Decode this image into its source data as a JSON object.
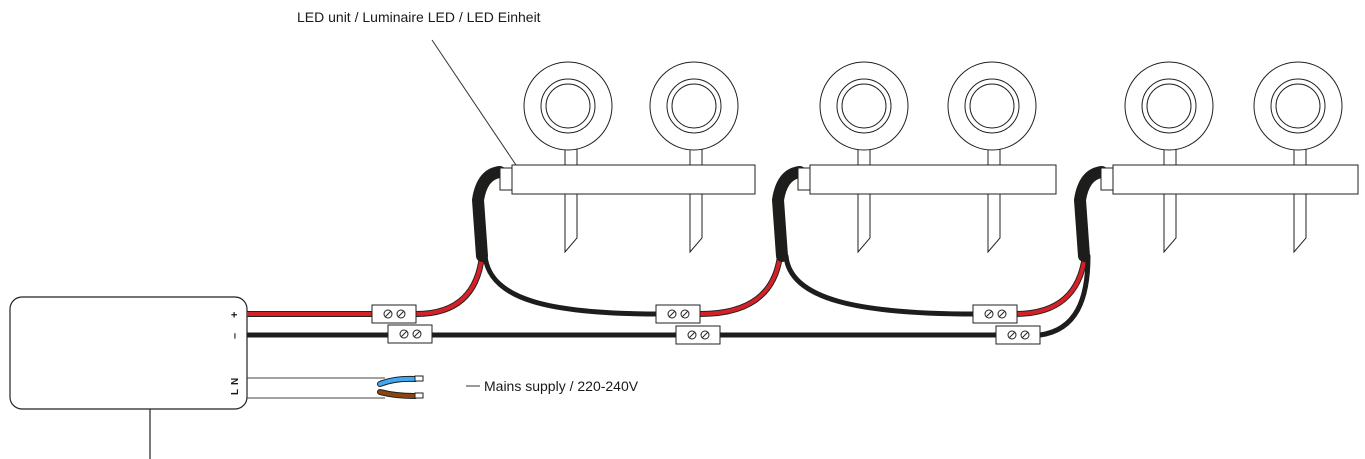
{
  "labels": {
    "led_unit": "LED unit / Luminaire LED / LED Einheit",
    "mains": "Mains supply / 220-240V",
    "plus": "+",
    "minus": "–",
    "l": "L",
    "n": "N"
  },
  "colors": {
    "red_wire": "#d42026",
    "black_wire": "#1d1d1b",
    "blue_wire": "#3fa9f5",
    "brown_wire": "#8b4513",
    "outline": "#222222"
  }
}
